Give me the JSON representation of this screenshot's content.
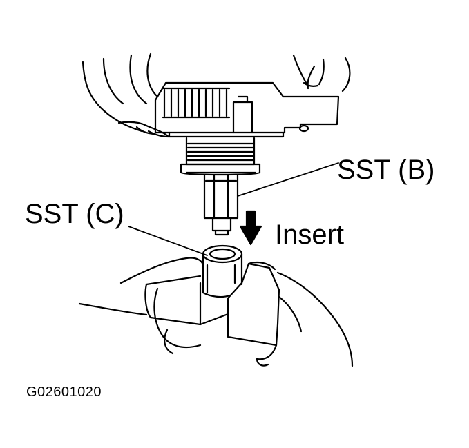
{
  "labels": {
    "sst_b": "SST (B)",
    "sst_c": "SST (C)",
    "insert": "Insert",
    "figure_code": "G02601020"
  },
  "colors": {
    "ink": "#000000",
    "paper": "#ffffff"
  }
}
